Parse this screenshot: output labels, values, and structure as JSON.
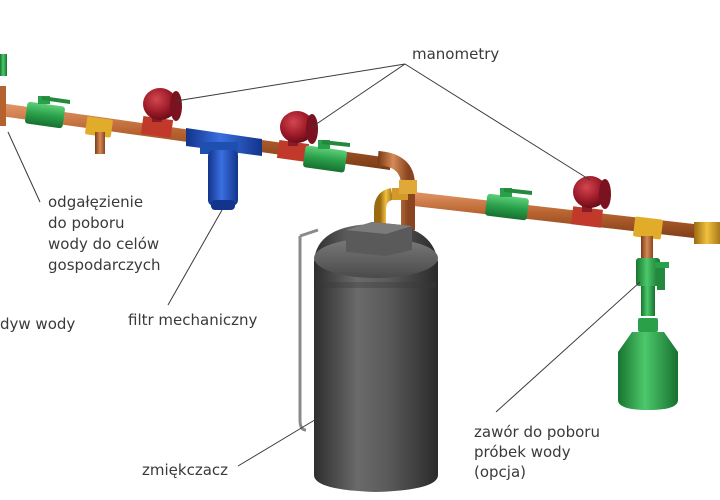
{
  "labels": {
    "manometry": "manometry",
    "odgalezienie": [
      "odgałęzienie",
      "do poboru",
      "wody do celów",
      "gospodarczych"
    ],
    "doplyw": "dyw wody",
    "filtr": "filtr mechaniczny",
    "zmiekczacz": "zmiękczacz",
    "zawor": [
      "zawór do poboru",
      "próbek wody",
      "(opcja)"
    ]
  },
  "colors": {
    "pipe": "#b0602e",
    "valve": "#2ea44f",
    "manometer": "#a3182a",
    "filter": "#1f4fb0",
    "brass": "#d9a520",
    "softener": "#4d4d4d",
    "sample_container": "#2ea44f",
    "leader_line": "#3a3a3a"
  }
}
